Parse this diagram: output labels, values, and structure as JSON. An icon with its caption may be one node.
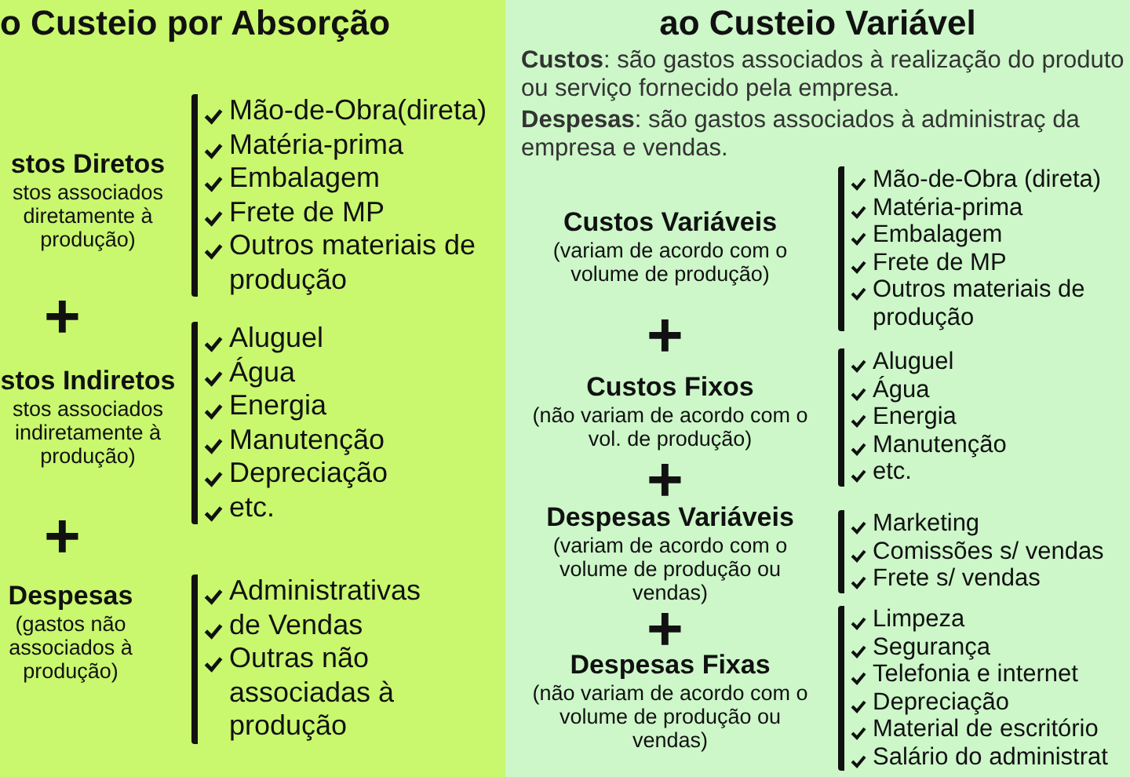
{
  "diagram": {
    "nodes": [
      {
        "text": [
          "o Custeio por Absorção"
        ]
      },
      {
        "text": [
          "stos Diretos",
          "stos associados diretamente à produção)"
        ],
        "in": 0
      },
      {
        "text": [
          "Mão-de-Obra(direta)",
          "Matéria-prima",
          "Embalagem",
          "Frete de MP",
          "Outros materiais de produção"
        ],
        "in": 0
      },
      {
        "text": [
          "stos Indiretos",
          "stos associados indiretamente à produção)"
        ],
        "in": 0
      },
      {
        "text": [
          "Aluguel",
          "Água",
          "Energia",
          "Manutenção",
          "Depreciação",
          "etc."
        ],
        "in": 0
      },
      {
        "text": [
          "Despesas",
          "(gastos não associados à produção)"
        ],
        "in": 0
      },
      {
        "text": [
          "Administrativas",
          "de Vendas",
          "Outras não associadas à produção"
        ],
        "in": 0
      },
      {
        "text": [
          "ao Custeio Variável",
          "**Custos**: são gastos associados à realização do produto ou serviço fornecido pela empresa.",
          "**Despesas**: são gastos associados à administraç da empresa e vendas."
        ]
      },
      {
        "text": [
          "Custos Variáveis",
          "(variam de acordo com o volume de produção)"
        ],
        "in": 7
      },
      {
        "text": [
          "Mão-de-Obra (direta)",
          "Matéria-prima",
          "Embalagem",
          "Frete de MP",
          "Outros materiais de produção"
        ],
        "in": 7
      },
      {
        "text": [
          "Custos Fixos",
          "(não variam de acordo com o vol. de produção)"
        ],
        "in": 7
      },
      {
        "text": [
          "Aluguel",
          "Água",
          "Energia",
          "Manutenção",
          "etc."
        ],
        "in": 7
      },
      {
        "text": [
          "Despesas Variáveis",
          "(variam de acordo com o volume de produção ou vendas)"
        ],
        "in": 7
      },
      {
        "text": [
          "Marketing",
          "Comissões s/ vendas",
          "Frete s/ vendas"
        ],
        "in": 7
      },
      {
        "text": [
          "Despesas Fixas",
          "(não variam de acordo com o volume de produção ou vendas)"
        ],
        "in": 7
      },
      {
        "text": [
          "Limpeza",
          "Segurança",
          "Telefonia e internet",
          "Depreciação",
          "Material de escritório",
          "Salário do administrat"
        ],
        "in": 7
      }
    ],
    "edges": [],
    "labels": [
      "+",
      "+",
      "+",
      "+",
      "+"
    ]
  }
}
